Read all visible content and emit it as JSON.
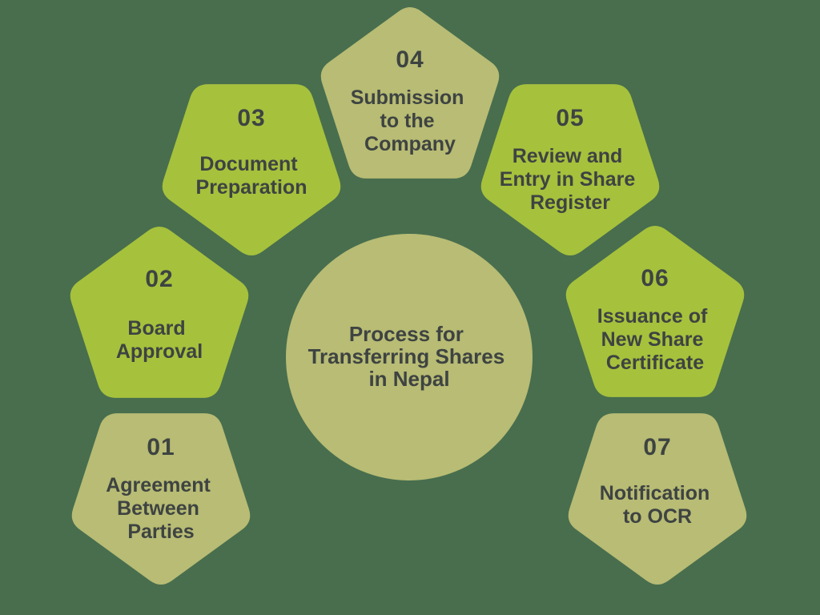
{
  "title": {
    "lines": [
      "Process for",
      "Transferring Shares",
      "in Nepal"
    ]
  },
  "steps": [
    {
      "number": "01",
      "label": "Agreement Between Parties",
      "label_lines": [
        "Agreement",
        "Between",
        "Parties"
      ],
      "variant": "sage"
    },
    {
      "number": "02",
      "label": "Board Approval",
      "label_lines": [
        "Board",
        "Approval"
      ],
      "variant": "bright"
    },
    {
      "number": "03",
      "label": "Document Preparation",
      "label_lines": [
        "Document",
        "Preparation"
      ],
      "variant": "bright"
    },
    {
      "number": "04",
      "label": "Submission to the Company",
      "label_lines": [
        "Submission",
        "to the",
        "Company"
      ],
      "variant": "sage"
    },
    {
      "number": "05",
      "label": "Review and Entry in Share Register",
      "label_lines": [
        "Review and",
        "Entry in Share",
        "Register"
      ],
      "variant": "bright"
    },
    {
      "number": "06",
      "label": "Issuance of New Share Certificate",
      "label_lines": [
        "Issuance of",
        "New Share",
        "Certificate"
      ],
      "variant": "bright"
    },
    {
      "number": "07",
      "label": "Notification to OCR",
      "label_lines": [
        "Notification",
        "to OCR"
      ],
      "variant": "sage"
    }
  ],
  "colors": {
    "background": "#486e4e",
    "bright": "#a6c13c",
    "sage": "#b8bc74",
    "text": "#3e4342"
  }
}
